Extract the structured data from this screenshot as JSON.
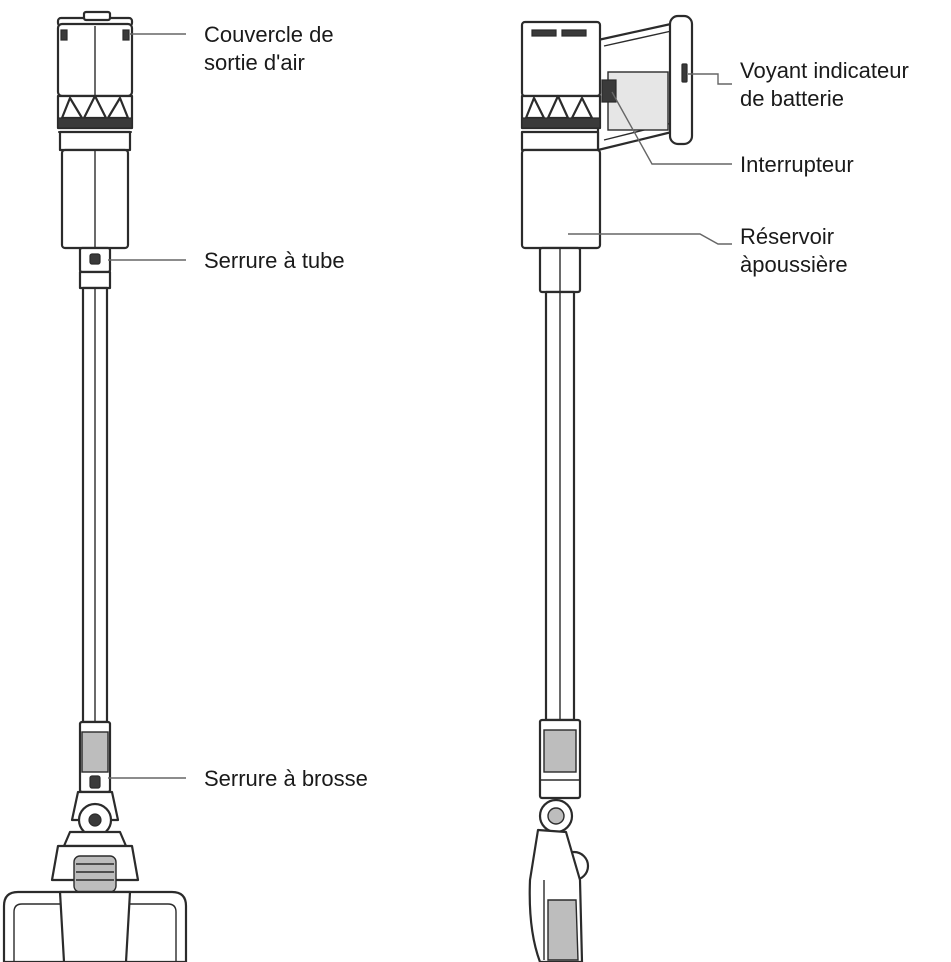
{
  "labels": {
    "air_outlet_cover_line1": "Couvercle de",
    "air_outlet_cover_line2": "sortie d'air",
    "tube_lock": "Serrure à tube",
    "brush_lock": "Serrure à brosse",
    "battery_indicator_line1": "Voyant indicateur",
    "battery_indicator_line2": "de batterie",
    "power_switch": "Interrupteur",
    "dust_container_line1": "Réservoir",
    "dust_container_line2": "àpoussière"
  },
  "colors": {
    "line": "#2b2b2b",
    "leader": "#666666",
    "text": "#1a1a1a",
    "background": "#ffffff"
  }
}
